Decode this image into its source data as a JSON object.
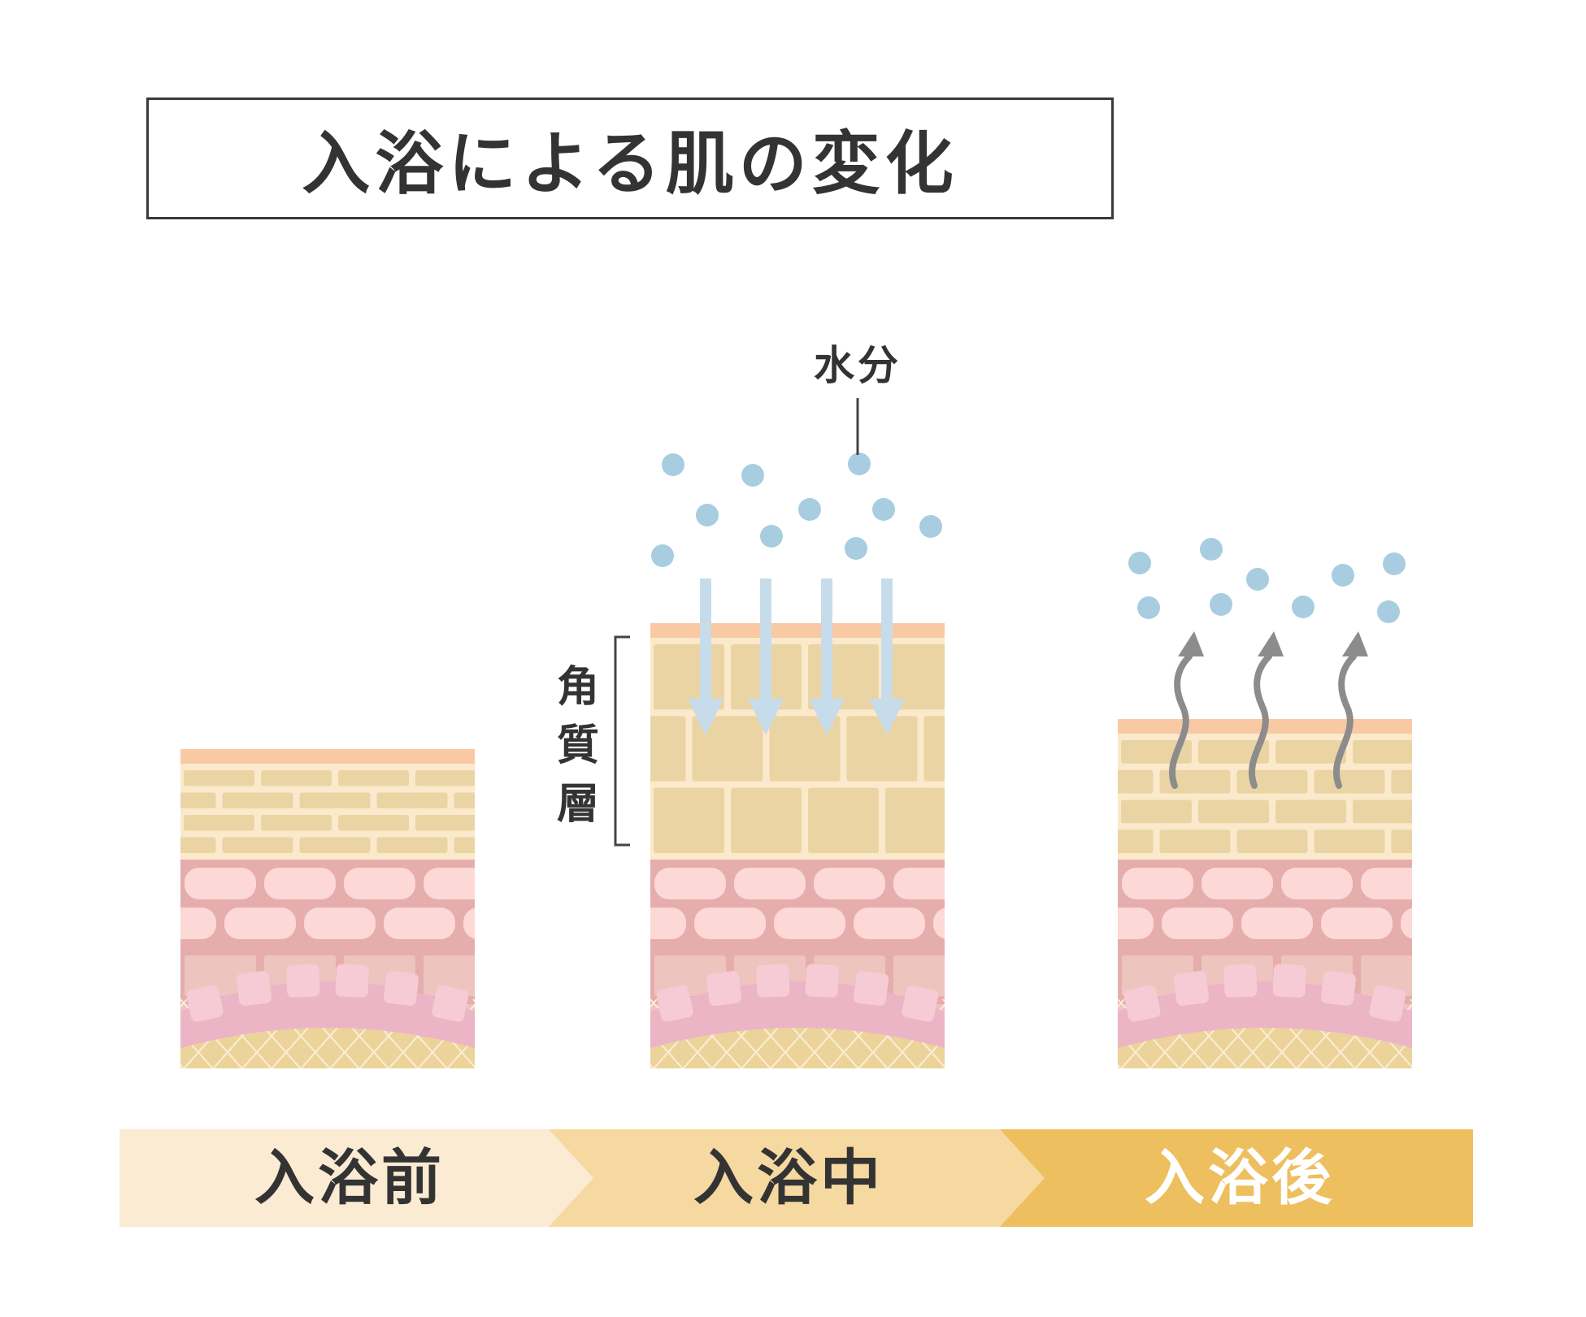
{
  "title": "入浴による肌の変化",
  "labels": {
    "water": "水分",
    "stratum": [
      "角",
      "質",
      "層"
    ]
  },
  "steps": [
    {
      "id": "before",
      "label": "入浴前"
    },
    {
      "id": "during",
      "label": "入浴中"
    },
    {
      "id": "after",
      "label": "入浴後"
    }
  ],
  "colors": {
    "surface": "#f9c9a4",
    "stratum_bg": "#fbe9cc",
    "stratum_brick": "#ebd4a4",
    "dermis_dark": "#e6adad",
    "dermis_brick": "#fcd8d6",
    "dermis_light": "#f0c9c1",
    "dermis_light_brick": "#edc4be",
    "membrane": "#ebb5c6",
    "basal_cell": "#f6cbd6",
    "base": "#ecd399",
    "water": "#a8cde0",
    "arrow_down": "#c7dcea",
    "arrow_up": "#8c8c8c",
    "band_before": "#fbebd2",
    "band_during": "#f6d8a1",
    "band_after": "#eebf5e"
  }
}
